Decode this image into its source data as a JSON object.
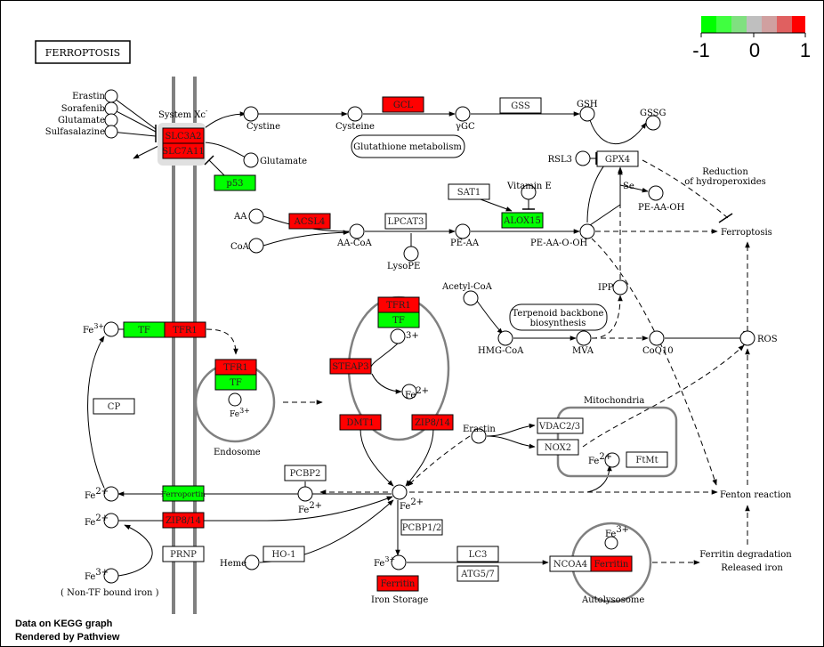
{
  "title": "FERROPTOSIS",
  "footer": {
    "line1": "Data on KEGG graph",
    "line2": "Rendered by Pathview"
  },
  "legend": {
    "min_label": "-1",
    "mid_label": "0",
    "max_label": "1",
    "colors": [
      "#00ff00",
      "#40ff40",
      "#80e080",
      "#bfbfbf",
      "#d0a0a0",
      "#e06060",
      "#ff0000"
    ]
  },
  "colors": {
    "up": "#ff0000",
    "down": "#00ff00",
    "membrane": "#808080",
    "tint": "#e0e0e0"
  },
  "labels": {
    "system_xc": "System Xc",
    "system_xc_sup": "-",
    "erastin": "Erastin",
    "sorafenib": "Sorafenib",
    "glutamate_left": "Glutamate",
    "sulfasalazine": "Sulfasalazine",
    "cystine": "Cystine",
    "cysteine": "Cysteine",
    "ygc": "γGC",
    "gsh": "GSH",
    "gssg": "GSSG",
    "glutamate_right": "Glutamate",
    "glutathione_metabolism": "Glutathione metabolism",
    "rsl3": "RSL3",
    "se": "Se",
    "reduction_1": "Reduction",
    "reduction_2": "of hydroperoxides",
    "pe_aa_oh": "PE-AA-OH",
    "vitamin_e": "Vitamin E",
    "aa": "AA",
    "coa": "CoA",
    "aa_coa": "AA-CoA",
    "pe_aa": "PE-AA",
    "lysope": "LysoPE",
    "pe_aa_o_oh": "PE-AA-O-OH",
    "ferroptosis": "Ferroptosis",
    "acetyl_coa": "Acetyl-CoA",
    "ipp": "IPP",
    "terpenoid_1": "Terpenoid backbone",
    "terpenoid_2": "biosynthesis",
    "hmg_coa": "HMG-CoA",
    "mva": "MVA",
    "coq10": "CoQ10",
    "ros": "ROS",
    "fe3_left": "Fe",
    "fe3_sup": "3+",
    "fe2_sup": "2+",
    "fe_label": "Fe",
    "endosome": "Endosome",
    "mitochondria": "Mitochondria",
    "erastin_mid": "Erastin",
    "fenton": "Fenton reaction",
    "ferritin_deg_1": "Ferritin degradation",
    "ferritin_deg_2": "Released iron",
    "heme": "Heme",
    "iron_storage": "Iron Storage",
    "autolysosome": "Autolysosome",
    "non_tf_iron": "( Non-TF bound iron )"
  },
  "genes": {
    "slc3a2": {
      "label": "SLC3A2",
      "state": "up"
    },
    "slc7a11": {
      "label": "SLC7A11",
      "state": "up"
    },
    "p53": {
      "label": "p53",
      "state": "down"
    },
    "gcl": {
      "label": "GCL",
      "state": "up"
    },
    "gss": {
      "label": "GSS",
      "state": "none"
    },
    "gpx4": {
      "label": "GPX4",
      "state": "none"
    },
    "sat1": {
      "label": "SAT1",
      "state": "none"
    },
    "alox15": {
      "label": "ALOX15",
      "state": "down"
    },
    "acsl4": {
      "label": "ACSL4",
      "state": "up"
    },
    "lpcat3": {
      "label": "LPCAT3",
      "state": "none"
    },
    "tf_left": {
      "label": "TF",
      "state": "down"
    },
    "tfr1_left": {
      "label": "TFR1",
      "state": "up"
    },
    "tfr1_endo": {
      "label": "TFR1",
      "state": "up"
    },
    "tf_endo": {
      "label": "TF",
      "state": "down"
    },
    "tfr1_center": {
      "label": "TFR1",
      "state": "up"
    },
    "tf_center": {
      "label": "TF",
      "state": "down"
    },
    "steap3": {
      "label": "STEAP3",
      "state": "up"
    },
    "dmt1": {
      "label": "DMT1",
      "state": "up"
    },
    "zip814_center": {
      "label": "ZIP8/14",
      "state": "up"
    },
    "cp": {
      "label": "CP",
      "state": "none"
    },
    "vdac23": {
      "label": "VDAC2/3",
      "state": "none"
    },
    "nox2": {
      "label": "NOX2",
      "state": "none"
    },
    "ftmt": {
      "label": "FtMt",
      "state": "none"
    },
    "pcbp2": {
      "label": "PCBP2",
      "state": "none"
    },
    "ferroportin": {
      "label": "Ferroportin",
      "state": "down"
    },
    "zip814_left": {
      "label": "ZIP8/14",
      "state": "up"
    },
    "prnp": {
      "label": "PRNP",
      "state": "none"
    },
    "ho1": {
      "label": "HO-1",
      "state": "none"
    },
    "pcbp12": {
      "label": "PCBP1/2",
      "state": "none"
    },
    "lc3": {
      "label": "LC3",
      "state": "none"
    },
    "atg57": {
      "label": "ATG5/7",
      "state": "none"
    },
    "ncoa4": {
      "label": "NCOA4",
      "state": "none"
    },
    "ferritin_auto": {
      "label": "Ferritin",
      "state": "up"
    },
    "ferritin_store": {
      "label": "Ferritin",
      "state": "up"
    }
  }
}
